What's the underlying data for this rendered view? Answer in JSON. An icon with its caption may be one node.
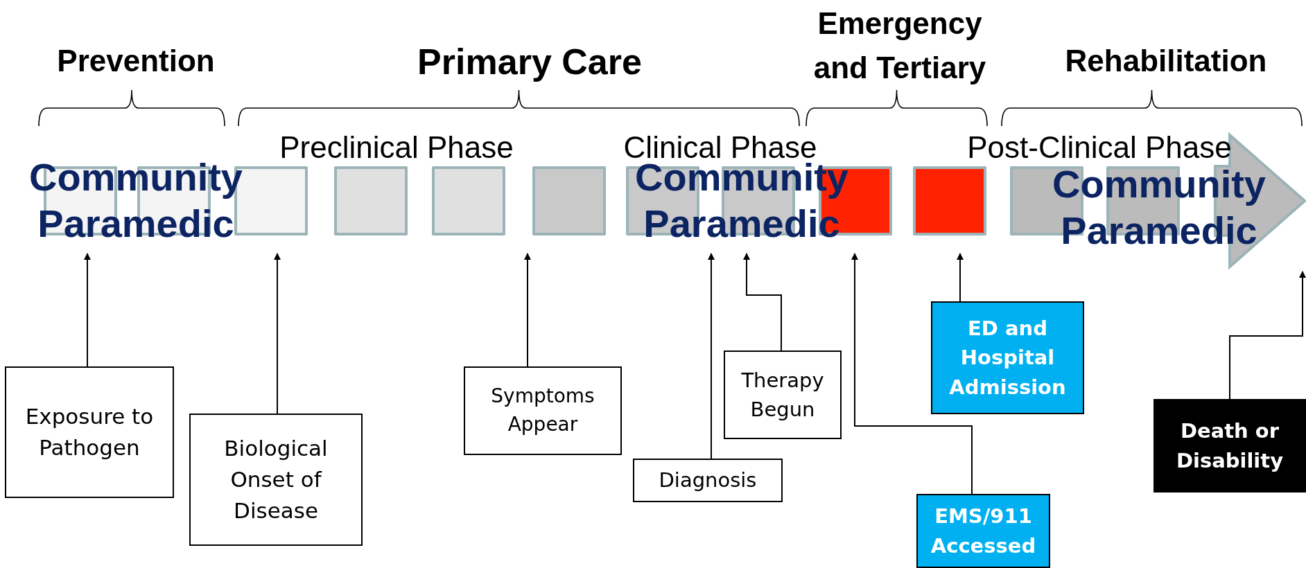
{
  "diagram": {
    "nodes": [
      {
        "text": [],
        "shape": "box"
      },
      {
        "text": [],
        "shape": "box"
      },
      {
        "text": [],
        "shape": "box"
      },
      {
        "text": [],
        "shape": "box"
      },
      {
        "text": [],
        "shape": "box"
      },
      {
        "text": [],
        "shape": "box"
      },
      {
        "text": [],
        "shape": "box"
      },
      {
        "text": [],
        "shape": "box"
      },
      {
        "text": [],
        "shape": "box"
      },
      {
        "text": [],
        "shape": "box"
      },
      {
        "text": [],
        "shape": "box"
      },
      {
        "text": [],
        "shape": "box"
      },
      {
        "text": [],
        "shape": "arrow"
      },
      {
        "text": [
          "Exposure to Pathogen"
        ]
      },
      {
        "text": [
          "Biological Onset of Disease"
        ]
      },
      {
        "text": [
          "Symptoms Appear"
        ]
      },
      {
        "text": [
          "Therapy Begun"
        ]
      },
      {
        "text": [
          "ED and Hospital Admission"
        ]
      },
      {
        "text": [
          "Diagnosis"
        ]
      },
      {
        "text": [
          "Death or Disability"
        ]
      },
      {
        "text": [
          "EMS/911 Accessed"
        ]
      }
    ],
    "edges": [
      {
        "from": 13,
        "to": 0,
        "arrow": "to"
      },
      {
        "from": 14,
        "to": 2,
        "arrow": "to"
      },
      {
        "from": 15,
        "to": 5,
        "arrow": "to"
      },
      {
        "from": 16,
        "to": 7,
        "arrow": "to"
      },
      {
        "from": 17,
        "to": 9,
        "arrow": "to"
      },
      {
        "from": 18,
        "to": 6,
        "arrow": "to"
      },
      {
        "from": 19,
        "to": null,
        "arrow": "to"
      },
      {
        "from": 20,
        "to": 8,
        "arrow": "to"
      }
    ],
    "labels": [
      "Emergency and Tertiary",
      "Prevention",
      "Primary Care",
      "Rehabilitation",
      "Preclinical Phase",
      "Clinical Phase",
      "Post-Clinical Phase",
      "Community Paramedic",
      "Community Paramedic",
      "Community Paramedic"
    ]
  }
}
